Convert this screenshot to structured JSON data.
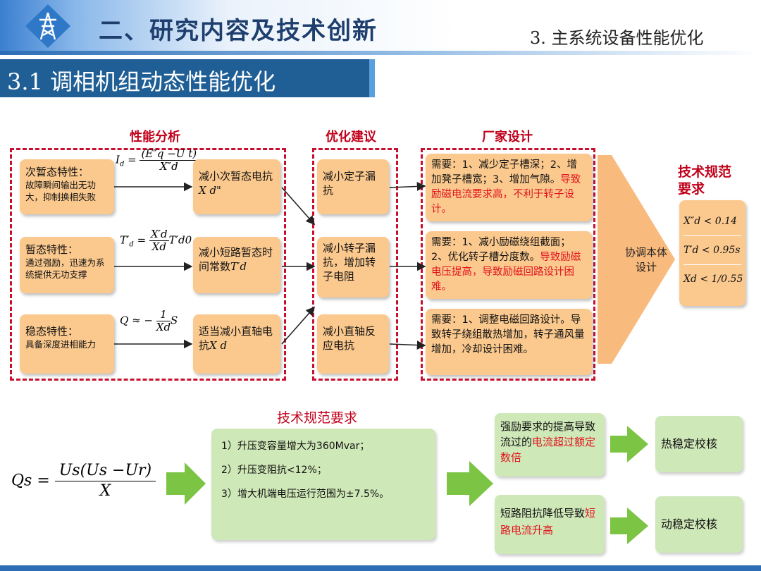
{
  "header": {
    "title": "二、研究内容及技术创新",
    "subtitle": "3. 主系统设备性能优化",
    "section": "3.1 调相机组动态性能优化",
    "logo_icon": "power-tower-icon"
  },
  "diagram": {
    "group_titles": {
      "analysis": "性能分析",
      "optimization": "优化建议",
      "manufacturer": "厂家设计",
      "tech_spec": "技术规范要求"
    },
    "rows": [
      {
        "char_title": "次暂态特性：",
        "char_desc": "故障瞬间输出无功大，抑制换相失败",
        "formula": {
          "lhs": "I",
          "lhs_sub": "d",
          "num": "(E″q −U t)",
          "den": "X″d"
        },
        "measure_text": "减小次暂态电抗",
        "measure_sym": "X d\"",
        "opt": "减小定子漏抗",
        "mfr_plain": "需要：1、减少定子槽深；2、增加凳子槽宽；3、增加气隙。",
        "mfr_red": "导致励磁电流要求高，不利于转子设计。"
      },
      {
        "char_title": "暂态特性：",
        "char_desc": "通过强励，迅速为系统提供无功支撑",
        "formula": {
          "lhs": "T′",
          "lhs_sub": "d",
          "num": "X′d",
          "den": "Xd",
          "tail": "T′d0"
        },
        "measure_text": "减小短路暂态时间常数",
        "measure_sym": "T′d",
        "opt": "减小转子漏抗，增加转子电阻",
        "mfr_plain": "需要：1、减小励磁绕组截面；2、优化转子槽分度数。",
        "mfr_red": "导致励磁电压提高，导致励磁回路设计困难。"
      },
      {
        "char_title": "稳态特性：",
        "char_desc": "具备深度进相能力",
        "formula": {
          "lhs": "Q ≈ −",
          "num": "1",
          "den": "Xd",
          "tail": "S"
        },
        "measure_text": "适当减小直轴电抗",
        "measure_sym": "X d",
        "opt": "减小直轴反应电抗",
        "mfr_plain": "需要：1、调整电磁回路设计。导致转子绕组散热增加，转子通风量增加，冷却设计困难。",
        "mfr_red": ""
      }
    ],
    "coordinate_label": "协调本体设计",
    "spec_items": [
      "X″d < 0.14",
      "T′d < 0.95s",
      "Xd < 1/0.55"
    ]
  },
  "bottom": {
    "title": "技术规范要求",
    "formula": {
      "lhs": "Qs =",
      "num": "Us(Us −Ur)",
      "den": "X"
    },
    "requirements": [
      "1）升压变容量增大为360Mvar；",
      "2）升压变阻抗<12%；",
      "3）增大机端电压运行范围为±7.5%。"
    ],
    "effects": [
      {
        "plain": "强励要求的提高导致流过的",
        "red": "电流超过额定数倍",
        "check": "热稳定校核"
      },
      {
        "plain": "短路阻抗降低导致",
        "red": "短路电流升高",
        "check": "动稳定校核"
      }
    ]
  },
  "colors": {
    "title_blue": "#1e4f8c",
    "section_bg": "#1f5f96",
    "box_orange": "#fbc98e",
    "box_green": "#cfe8b8",
    "arrow_green": "#7cc443",
    "red": "#e0141e",
    "dash_red": "#c8102e"
  }
}
